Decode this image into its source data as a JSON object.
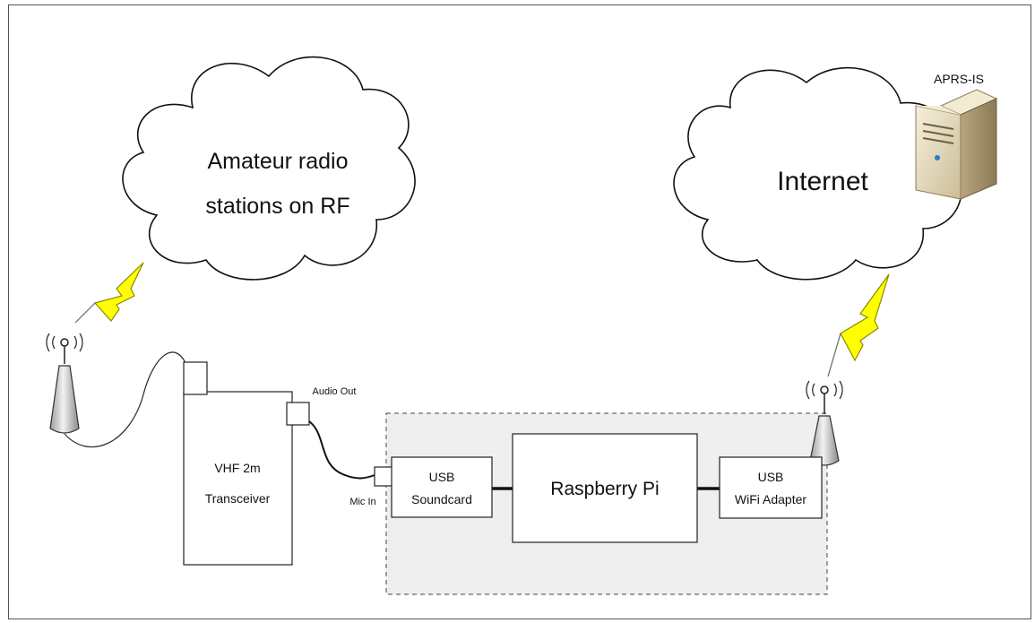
{
  "diagram": {
    "clouds": {
      "rf": {
        "line1": "Amateur radio",
        "line2": "stations on RF"
      },
      "internet": {
        "label": "Internet"
      }
    },
    "server": {
      "label": "APRS-IS"
    },
    "transceiver": {
      "line1": "VHF 2m",
      "line2": "Transceiver"
    },
    "ports": {
      "audio_out": "Audio Out",
      "mic_in": "Mic In"
    },
    "soundcard": {
      "line1": "USB",
      "line2": "Soundcard"
    },
    "pi": {
      "label": "Raspberry Pi"
    },
    "wifi": {
      "line1": "USB",
      "line2": "WiFi Adapter"
    },
    "colors": {
      "lightning": "#ffff00",
      "antenna_gray": "#d0d0d0",
      "server_beige": "#e8dcc0",
      "dashed_group": "#efefef"
    }
  }
}
